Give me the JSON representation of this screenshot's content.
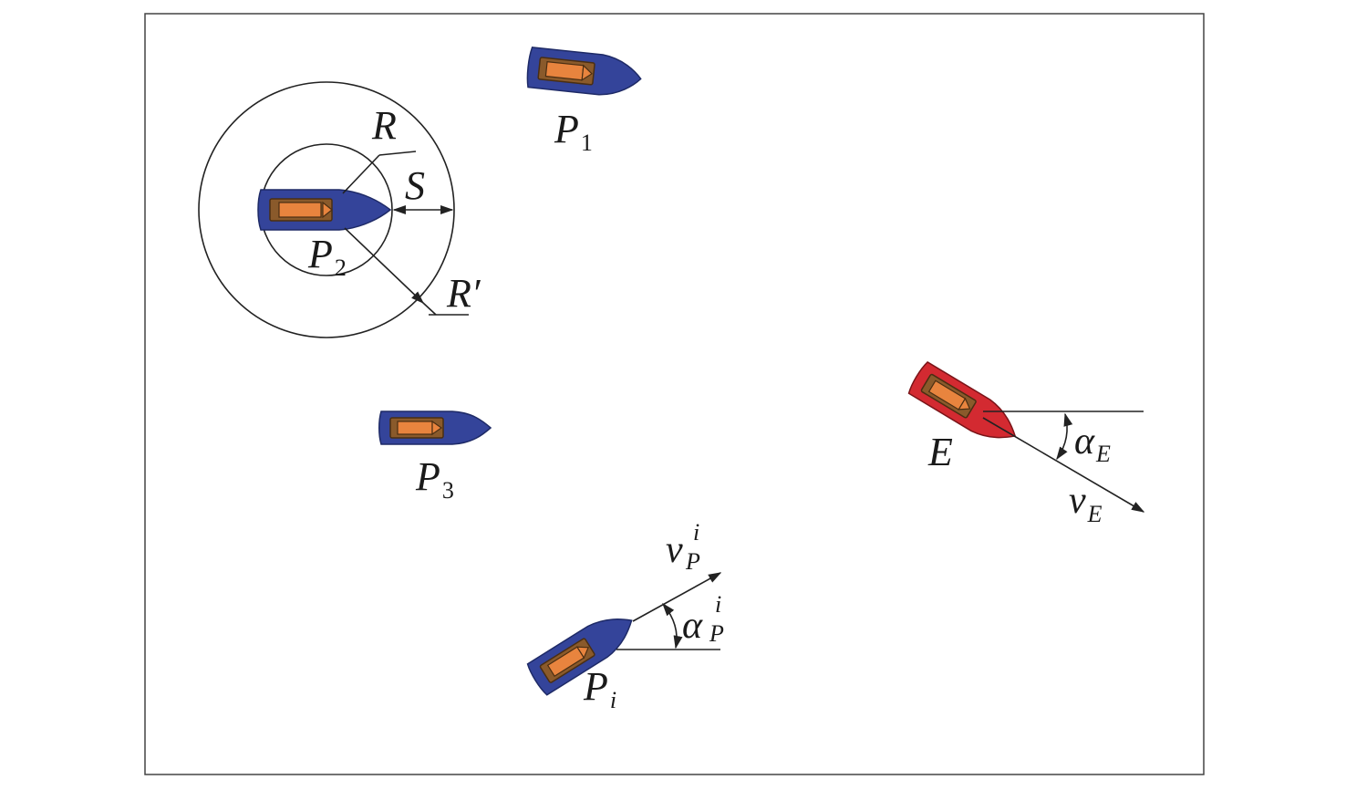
{
  "colors": {
    "pursuer_hull": "#34449a",
    "evader_hull": "#d32a31",
    "cabin": "#e8843e",
    "cabin_outline": "#5a3a1a",
    "line": "#222222",
    "frame": "#444444"
  },
  "labels": {
    "p1": {
      "main": "P",
      "sub": "1"
    },
    "p2": {
      "main": "P",
      "sub": "2"
    },
    "p3": {
      "main": "P",
      "sub": "3"
    },
    "pi": {
      "main": "P",
      "sub": "i"
    },
    "e": {
      "main": "E"
    },
    "r": "R",
    "r_prime": "R′",
    "s": "S",
    "alpha_e": {
      "main": "α",
      "sub": "E"
    },
    "v_e": {
      "main": "v",
      "sub": "E"
    },
    "alpha_p": {
      "main": "α",
      "sub": "P",
      "sup": "i"
    },
    "v_p": {
      "main": "v",
      "sub": "P",
      "sup": "i"
    }
  }
}
